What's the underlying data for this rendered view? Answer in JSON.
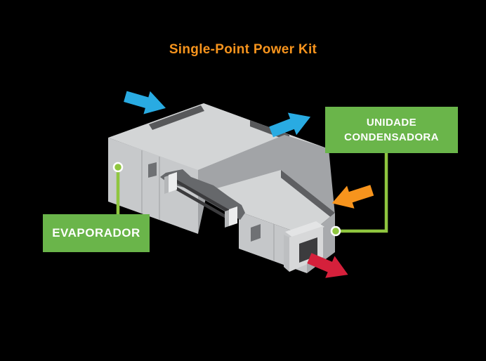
{
  "title": {
    "text": "Single-Point Power Kit"
  },
  "labels": {
    "condenser": {
      "line1": "UNIDADE",
      "line2": "CONDENSADORA"
    },
    "evaporator": {
      "text": "EVAPORADOR"
    }
  },
  "theme": {
    "background": "#000000",
    "title_color": "#F7941D",
    "label_bg": "#6AB54A",
    "label_text": "#FFFFFF",
    "connector_green": "#8FC63F",
    "arrow_blue": "#29ABE2",
    "arrow_orange": "#F7941D",
    "arrow_red": "#D5203B"
  },
  "icons": {
    "airflow_return_arrow": "block-arrow pointing down-right, blue",
    "airflow_supply_arrow": "block-arrow pointing up-right, blue",
    "condenser_intake_arrow": "block-arrow pointing down-left, orange",
    "condenser_exhaust_arrow": "block-arrow pointing down-right, red"
  }
}
